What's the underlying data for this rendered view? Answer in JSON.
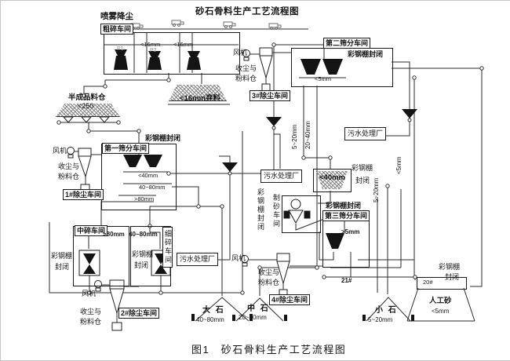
{
  "title": "砂石骨料生产工艺流程图",
  "caption": "图1　砂石骨料生产工艺流程图",
  "coarse": {
    "spray": "喷雾降尘",
    "name": "粗碎车间",
    "p1": "P1",
    "p2": "P2",
    "size_a": "<16mm",
    "size_b": "<16mm"
  },
  "semi_bin": {
    "name": "半成品料仓",
    "size": "<250"
  },
  "waste_pile": "<16mm弃料",
  "dedust": [
    {
      "fan": "风机",
      "bin1": "收尘与",
      "bin2": "粉料仓",
      "name": "1#除尘车间"
    },
    {
      "fan": "风机",
      "bin1": "收尘与",
      "bin2": "粉料仓",
      "name": "2#除尘车间"
    },
    {
      "fan": "风机",
      "bin1": "收尘与",
      "bin2": "粉料仓",
      "name": "3#除尘车间"
    },
    {
      "fan": "风机",
      "bin1": "收尘与",
      "bin2": "粉料仓",
      "name": "4#除尘车间"
    }
  ],
  "screen1": {
    "name": "第一筛分车间",
    "enclosure": "彩钢棚封闭",
    "out_fine": "<40mm",
    "out_mid": "40~80mm",
    "out_coarse": ">80mm"
  },
  "screen2": {
    "name": "第二筛分车间",
    "enclosure": "彩钢棚封闭",
    "inner": "<5mm",
    "out_small": "5~20mm",
    "out_mid": "20~40mm"
  },
  "screen3": {
    "name": "第三筛分车间",
    "enclosure": "彩钢棚封闭",
    "oversize": ">5mm"
  },
  "mid_crush": {
    "name": "中碎车间",
    "feed": ">80mm",
    "enc1": "彩钢棚",
    "enc2": "封闭"
  },
  "fine_crush": {
    "name": "细碎车间",
    "feed": "40~80mm",
    "enc1": "彩钢棚",
    "enc2": "封闭"
  },
  "sand_shop": {
    "name": "制砂车间",
    "enclosure": "彩钢棚封闭"
  },
  "silo": {
    "size": "<40mm",
    "enc1": "彩钢棚",
    "enc2": "封闭"
  },
  "sewage": {
    "s1": "污水处理厂",
    "s2": "污水处理厂",
    "s3": "污水处理厂"
  },
  "right_labels": {
    "r1": "5~20mm",
    "r2": "<5mm"
  },
  "belts": {
    "b21": "21#",
    "b20": "20#"
  },
  "products": {
    "large": {
      "name": "大 石",
      "size": "40~80mm"
    },
    "medium": {
      "name": "中 石",
      "size": "20~40mm"
    },
    "small": {
      "name": "小 石",
      "size": "5~20mm"
    },
    "sand": {
      "name": "人工砂",
      "size": "<5mm",
      "enc1": "彩钢棚",
      "enc2": "封闭"
    }
  },
  "colors": {
    "line": "#2b2b2b",
    "dark": "#141414",
    "paper": "#ffffff"
  }
}
